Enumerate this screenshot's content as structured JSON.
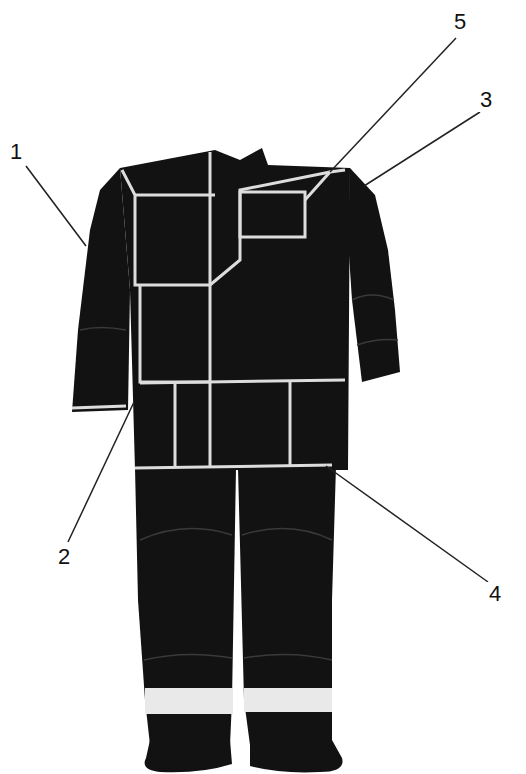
{
  "diagram": {
    "labels": [
      "1",
      "5",
      "3",
      "2",
      "4"
    ]
  }
}
